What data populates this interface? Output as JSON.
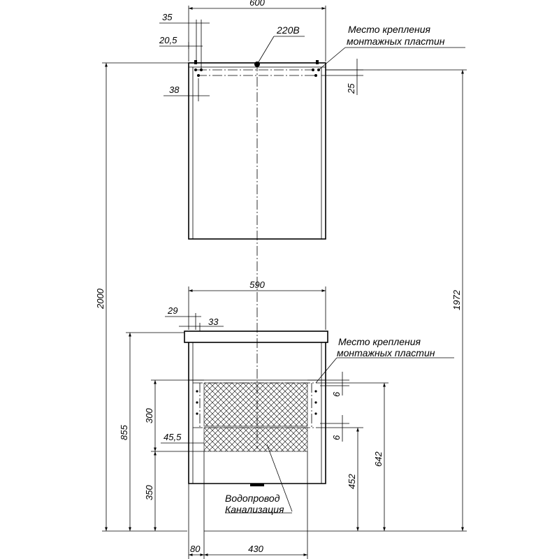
{
  "top_unit": {
    "width": "600",
    "left_offset_a": "35",
    "left_offset_b": "20,5",
    "left_inset": "38",
    "top_inset": "25",
    "power_label": "220В",
    "mount_note_line1": "Место крепления",
    "mount_note_line2": "монтажных пластин"
  },
  "overall": {
    "height_total": "2000",
    "height_mount": "1972"
  },
  "bottom_unit": {
    "width": "590",
    "left_offset_a": "29",
    "left_offset_b": "33",
    "mount_note_line1": "Место крепления",
    "mount_note_line2": "монтажных пластин",
    "height_cabinet": "855",
    "height_zone": "300",
    "inset_45": "45,5",
    "height_bottom": "350",
    "gap_upper": "6",
    "gap_lower": "6",
    "height_642": "642",
    "height_452": "452",
    "water_label": "Водопровод",
    "drain_label": "Канализация",
    "offset_80": "80",
    "width_430": "430"
  }
}
